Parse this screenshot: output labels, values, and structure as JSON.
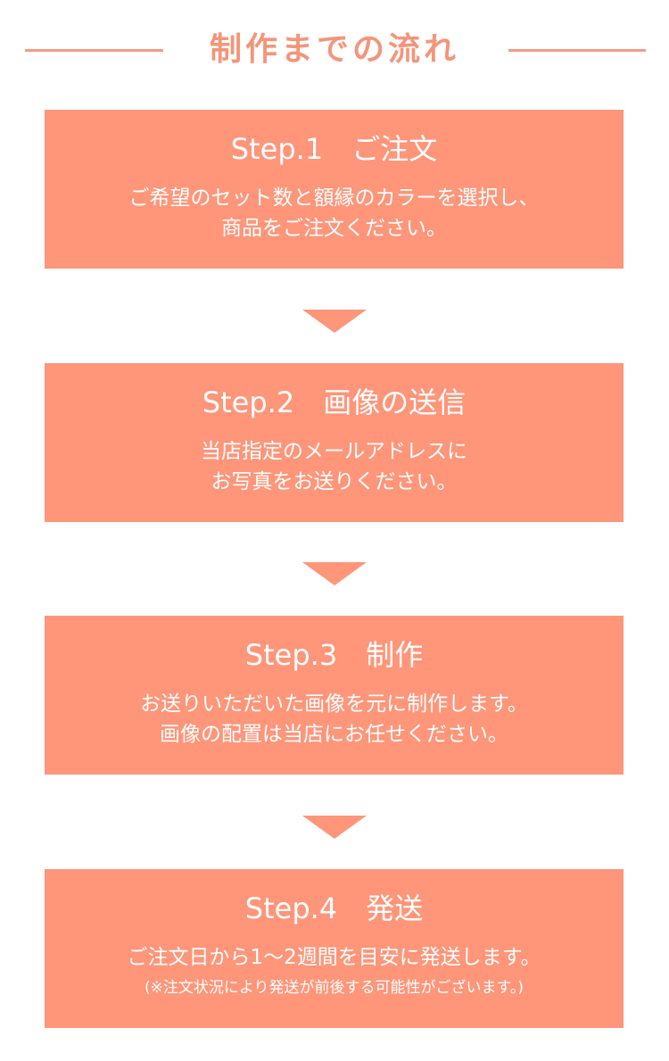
{
  "header": {
    "title": "制作までの流れ"
  },
  "colors": {
    "accent": "#ff9579",
    "title": "#f4957a",
    "text_on_accent": "#ffffff"
  },
  "steps": [
    {
      "title": "Step.1　ご注文",
      "lines": [
        "ご希望のセット数と額縁のカラーを選択し、",
        "商品をご注文ください。"
      ]
    },
    {
      "title": "Step.2　画像の送信",
      "lines": [
        "当店指定のメールアドレスに",
        "お写真をお送りください。"
      ]
    },
    {
      "title": "Step.3　制作",
      "lines": [
        "お送りいただいた画像を元に制作します。",
        "画像の配置は当店にお任せください。"
      ]
    },
    {
      "title": "Step.4　発送",
      "lines": [
        "ご注文日から1～2週間を目安に発送します。"
      ],
      "note": "(※注文状況により発送が前後する可能性がございます。)"
    }
  ],
  "icons": {
    "arrow": "triangle-down-icon"
  }
}
